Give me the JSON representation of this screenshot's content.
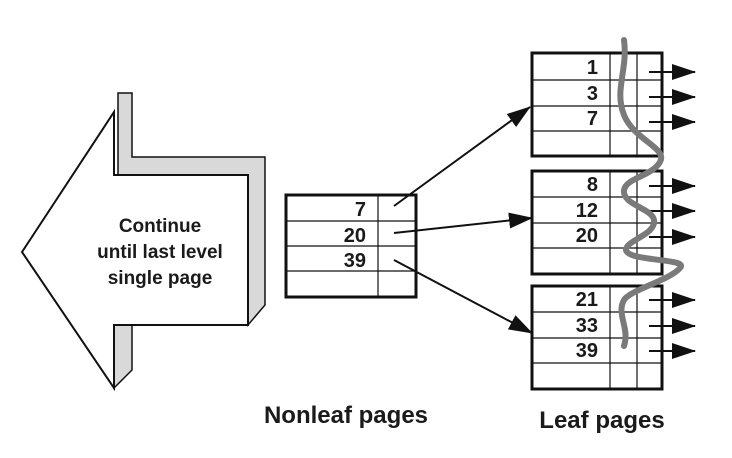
{
  "big_arrow": {
    "lines": [
      "Continue",
      "until last level",
      "single page"
    ]
  },
  "nonleaf": {
    "caption": "Nonleaf pages",
    "keys": [
      "7",
      "20",
      "39",
      ""
    ]
  },
  "leaves": [
    {
      "keys": [
        "1",
        "3",
        "7",
        ""
      ]
    },
    {
      "keys": [
        "8",
        "12",
        "20",
        ""
      ]
    },
    {
      "keys": [
        "21",
        "33",
        "39",
        ""
      ]
    }
  ],
  "leaf_caption": "Leaf pages",
  "colors": {
    "outline": "#111111",
    "arrow_face": "#ffffff",
    "arrow_side": "#d9d9d9",
    "scan_path": "#7a7a7a"
  }
}
